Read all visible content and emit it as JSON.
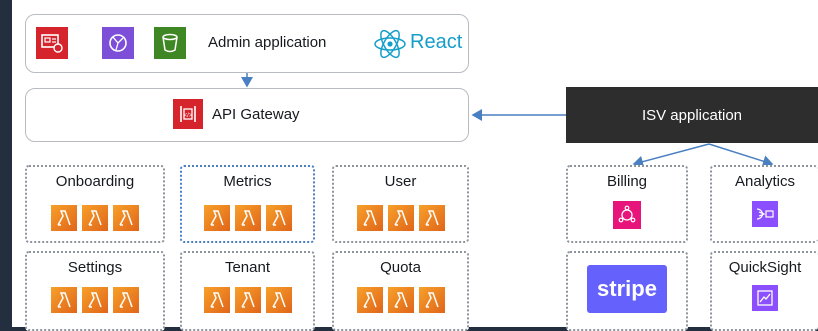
{
  "admin": {
    "title": "Admin application",
    "react_label": "React"
  },
  "gateway": {
    "title": "API Gateway"
  },
  "isv": {
    "title": "ISV application"
  },
  "modules": {
    "onboarding": "Onboarding",
    "metrics": "Metrics",
    "user": "User",
    "settings": "Settings",
    "tenant": "Tenant",
    "quota": "Quota",
    "billing": "Billing",
    "analytics": "Analytics",
    "quicksight": "QuickSight"
  },
  "stripe": {
    "label": "stripe"
  },
  "icons": {
    "admin_icons": [
      "dashboard-icon",
      "globe-icon",
      "bucket-icon"
    ],
    "react": "react-icon",
    "gateway": "api-gateway-icon",
    "lambda": "lambda-icon",
    "billing": "eventbridge-icon",
    "analytics": "kinesis-icon",
    "quicksight": "quicksight-icon"
  },
  "colors": {
    "background": "#232f3e",
    "lambda": "#ed7100",
    "isv_bg": "#2d2d2d",
    "stripe": "#6461fc",
    "react": "#149eca",
    "connector": "#4a7fc1"
  }
}
